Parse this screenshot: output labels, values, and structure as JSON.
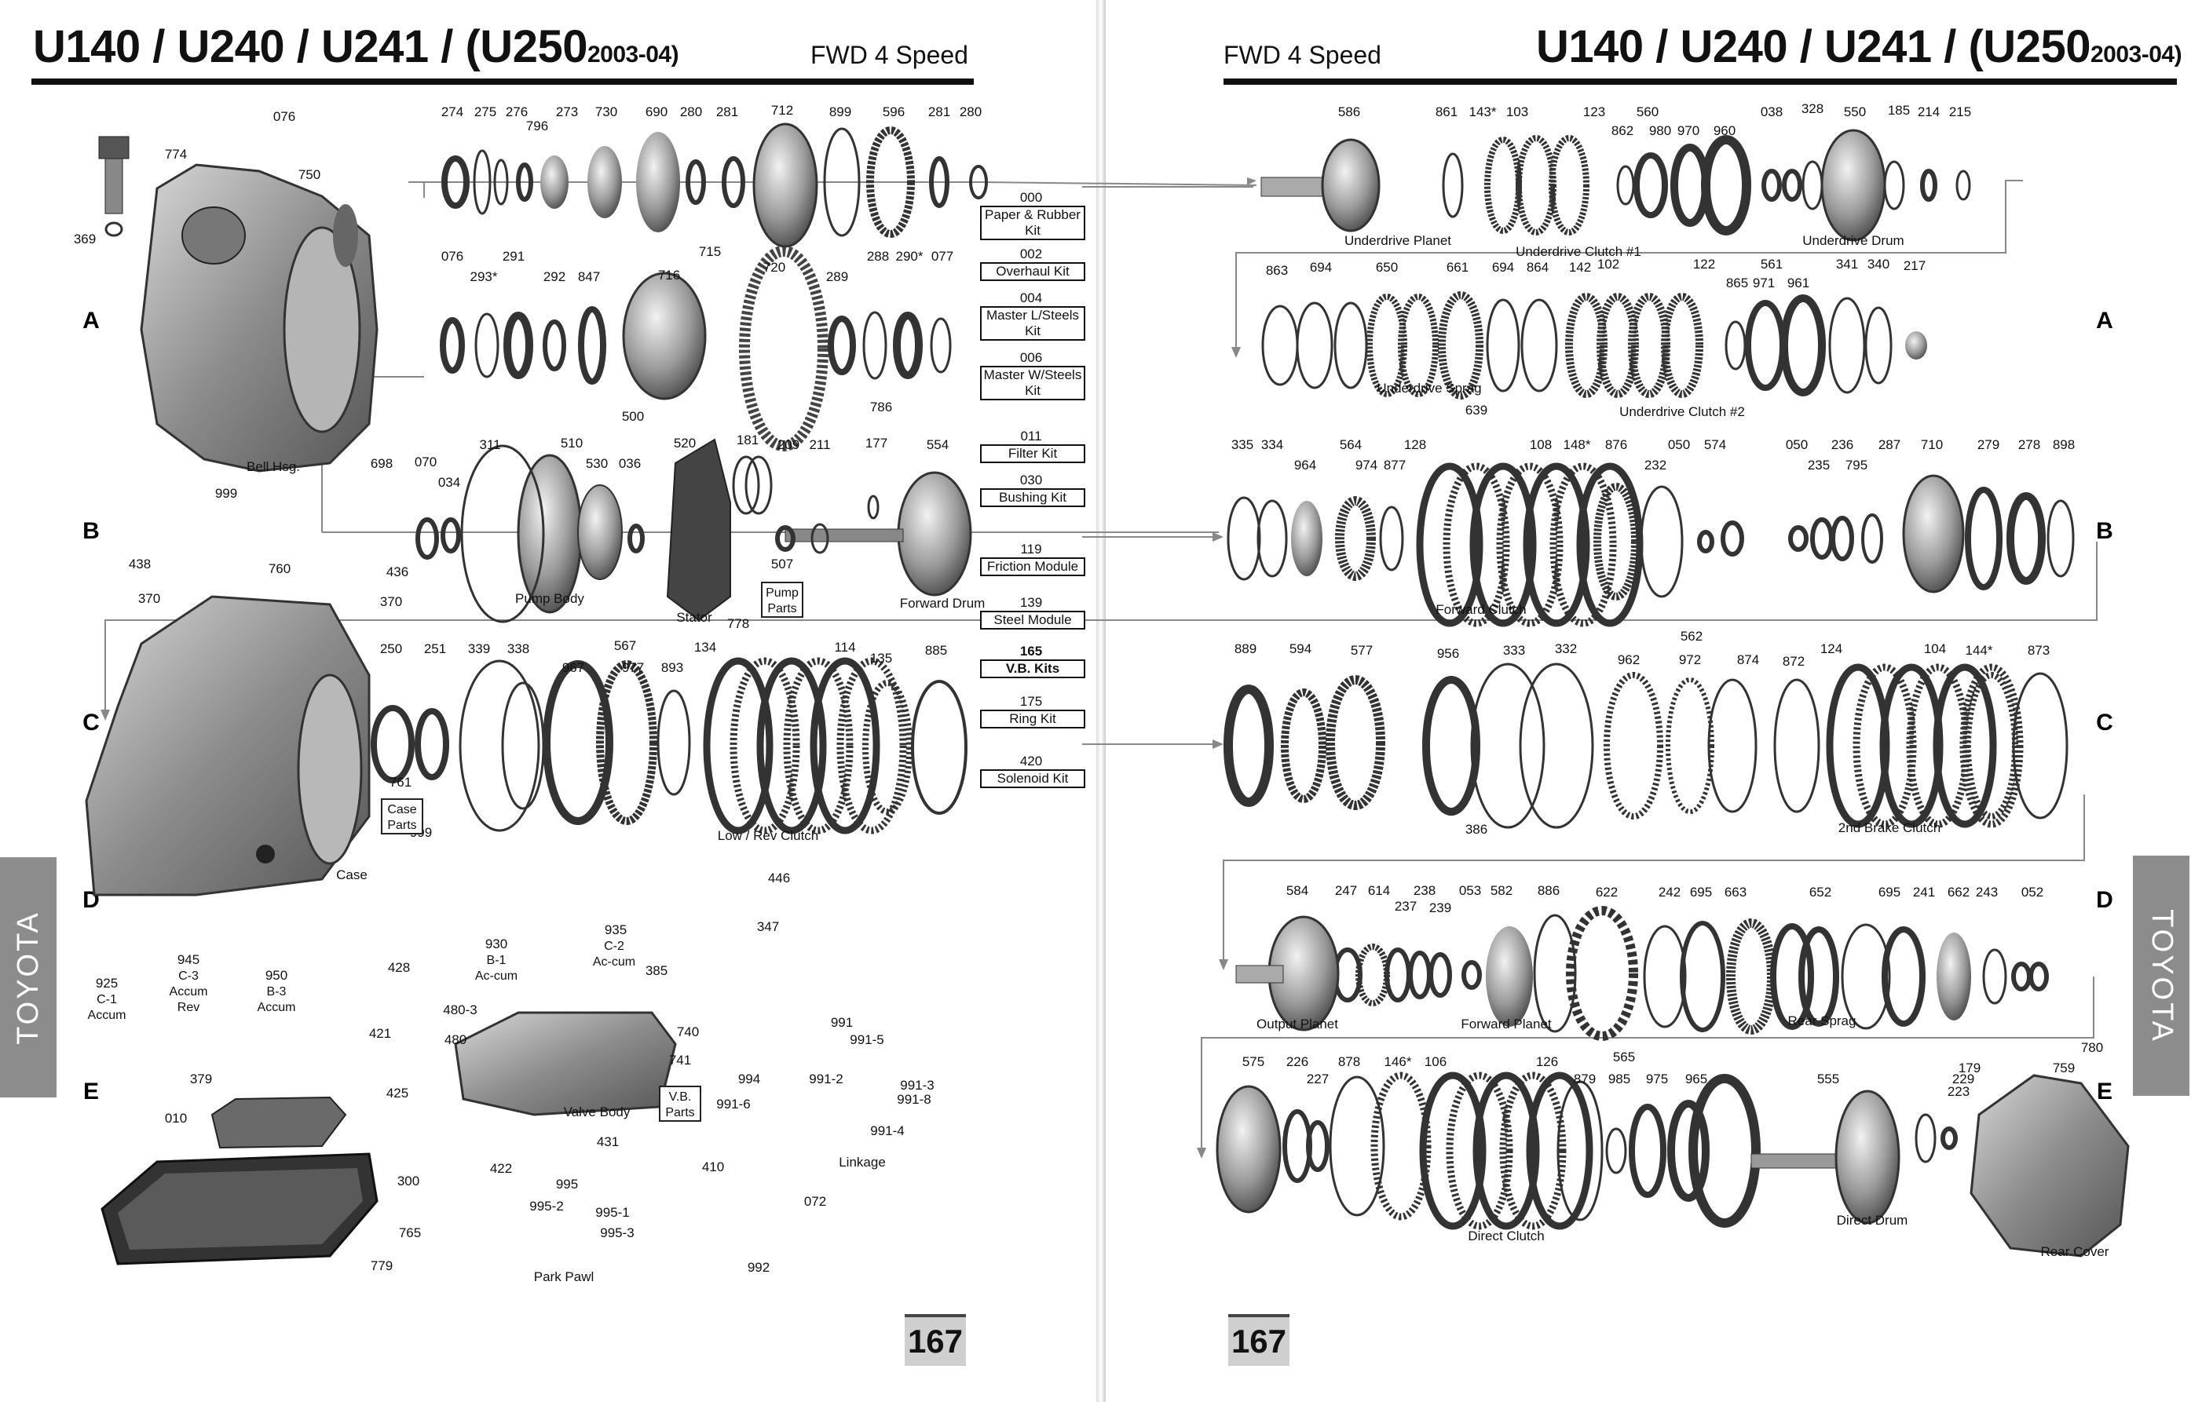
{
  "left_page": {
    "title": "U140 / U240 / U241 / (U250",
    "title_sub": "2003-04)",
    "speed": "FWD 4 Speed",
    "page_number": "167",
    "side_tab": "TOYOTA",
    "rows": [
      "A",
      "B",
      "C",
      "D",
      "E"
    ]
  },
  "right_page": {
    "title": "U140 / U240 / U241 / (U250",
    "title_sub": "2003-04)",
    "speed": "FWD 4 Speed",
    "page_number": "167",
    "side_tab": "TOYOTA",
    "rows": [
      "A",
      "B",
      "C",
      "D",
      "E"
    ]
  },
  "kits": [
    {
      "num": "000",
      "label": "Paper & Rubber Kit"
    },
    {
      "num": "002",
      "label": "Overhaul Kit"
    },
    {
      "num": "004",
      "label": "Master L/Steels Kit"
    },
    {
      "num": "006",
      "label": "Master W/Steels Kit"
    },
    {
      "num": "011",
      "label": "Filter Kit"
    },
    {
      "num": "030",
      "label": "Bushing Kit"
    },
    {
      "num": "119",
      "label": "Friction Module"
    },
    {
      "num": "139",
      "label": "Steel Module"
    },
    {
      "num": "165",
      "label": "V.B. Kits"
    },
    {
      "num": "175",
      "label": "Ring Kit"
    },
    {
      "num": "420",
      "label": "Solenoid Kit"
    }
  ],
  "left_labels": {
    "row_a_top": [
      "076",
      "774",
      "369",
      "750",
      "274",
      "275",
      "276",
      "796",
      "273",
      "730",
      "690",
      "280",
      "281",
      "712",
      "899",
      "596",
      "281",
      "280"
    ],
    "row_a_mid": [
      "076",
      "293*",
      "291",
      "715",
      "292",
      "847",
      "716",
      "720",
      "289",
      "288",
      "290*",
      "077",
      "786"
    ],
    "row_b": [
      "698",
      "070",
      "034",
      "311",
      "500",
      "510",
      "530",
      "036",
      "520",
      "181",
      "209",
      "211",
      "177",
      "554",
      "507",
      "778",
      "999"
    ],
    "row_c": [
      "438",
      "436",
      "370",
      "370",
      "760",
      "250",
      "251",
      "339",
      "338",
      "567",
      "967",
      "977",
      "893",
      "134",
      "114",
      "135",
      "885",
      "761"
    ],
    "row_d": [
      "999",
      "446",
      "347",
      "935",
      "930",
      "385",
      "428",
      "480-3",
      "480",
      "740",
      "741",
      "421",
      "425",
      "431",
      "422"
    ],
    "row_e": [
      "925",
      "945",
      "950",
      "379",
      "010",
      "300",
      "765",
      "779",
      "991",
      "991-5",
      "994",
      "991-2",
      "991-3",
      "991-6",
      "991-8",
      "991-4",
      "995",
      "995-2",
      "995-1",
      "995-3",
      "410",
      "072",
      "992"
    ],
    "captions": [
      "Bell Hsg.",
      "Pump Body",
      "Stator",
      "Forward Drum",
      "Case",
      "Low / Rev Clutch",
      "Valve Body",
      "Linkage",
      "Park Pawl"
    ],
    "boxed": [
      "Case Parts",
      "Pump Parts",
      "V.B. Parts"
    ],
    "accum": [
      "C-1 Accum",
      "C-3 Accum Rev",
      "B-3 Accum",
      "B-1 Ac-cum",
      "C-2 Ac-cum"
    ]
  },
  "right_labels": {
    "row_a_top": [
      "586",
      "861",
      "143*",
      "103",
      "123",
      "560",
      "862",
      "980",
      "970",
      "960",
      "038",
      "328",
      "550",
      "185",
      "214",
      "215"
    ],
    "row_a_mid": [
      "863",
      "694",
      "650",
      "661",
      "694",
      "864",
      "142",
      "102",
      "122",
      "561",
      "865",
      "971",
      "961",
      "341",
      "340",
      "217",
      "639"
    ],
    "row_b": [
      "335",
      "334",
      "564",
      "964",
      "974",
      "877",
      "128",
      "108",
      "148*",
      "876",
      "232",
      "050",
      "574",
      "050",
      "235",
      "236",
      "795",
      "287",
      "710",
      "279",
      "278",
      "898"
    ],
    "row_c": [
      "889",
      "594",
      "577",
      "956",
      "333",
      "332",
      "562",
      "962",
      "972",
      "874",
      "872",
      "124",
      "104",
      "144*",
      "873",
      "386"
    ],
    "row_d": [
      "584",
      "247",
      "614",
      "237",
      "238",
      "239",
      "053",
      "582",
      "886",
      "622",
      "242",
      "695",
      "663",
      "652",
      "695",
      "241",
      "662",
      "243",
      "052"
    ],
    "row_e": [
      "575",
      "226",
      "227",
      "878",
      "146*",
      "106",
      "565",
      "126",
      "879",
      "985",
      "975",
      "965",
      "555",
      "229",
      "223",
      "179",
      "780",
      "759"
    ],
    "captions": [
      "Underdrive Planet",
      "Underdrive Clutch #1",
      "Underdrive Drum",
      "Underdrive Sprag",
      "Underdrive Clutch #2",
      "Forward Clutch",
      "2nd Brake Clutch",
      "Output Planet",
      "Forward Planet",
      "Rear Sprag",
      "Direct Clutch",
      "Direct Drum",
      "Rear Cover"
    ]
  }
}
